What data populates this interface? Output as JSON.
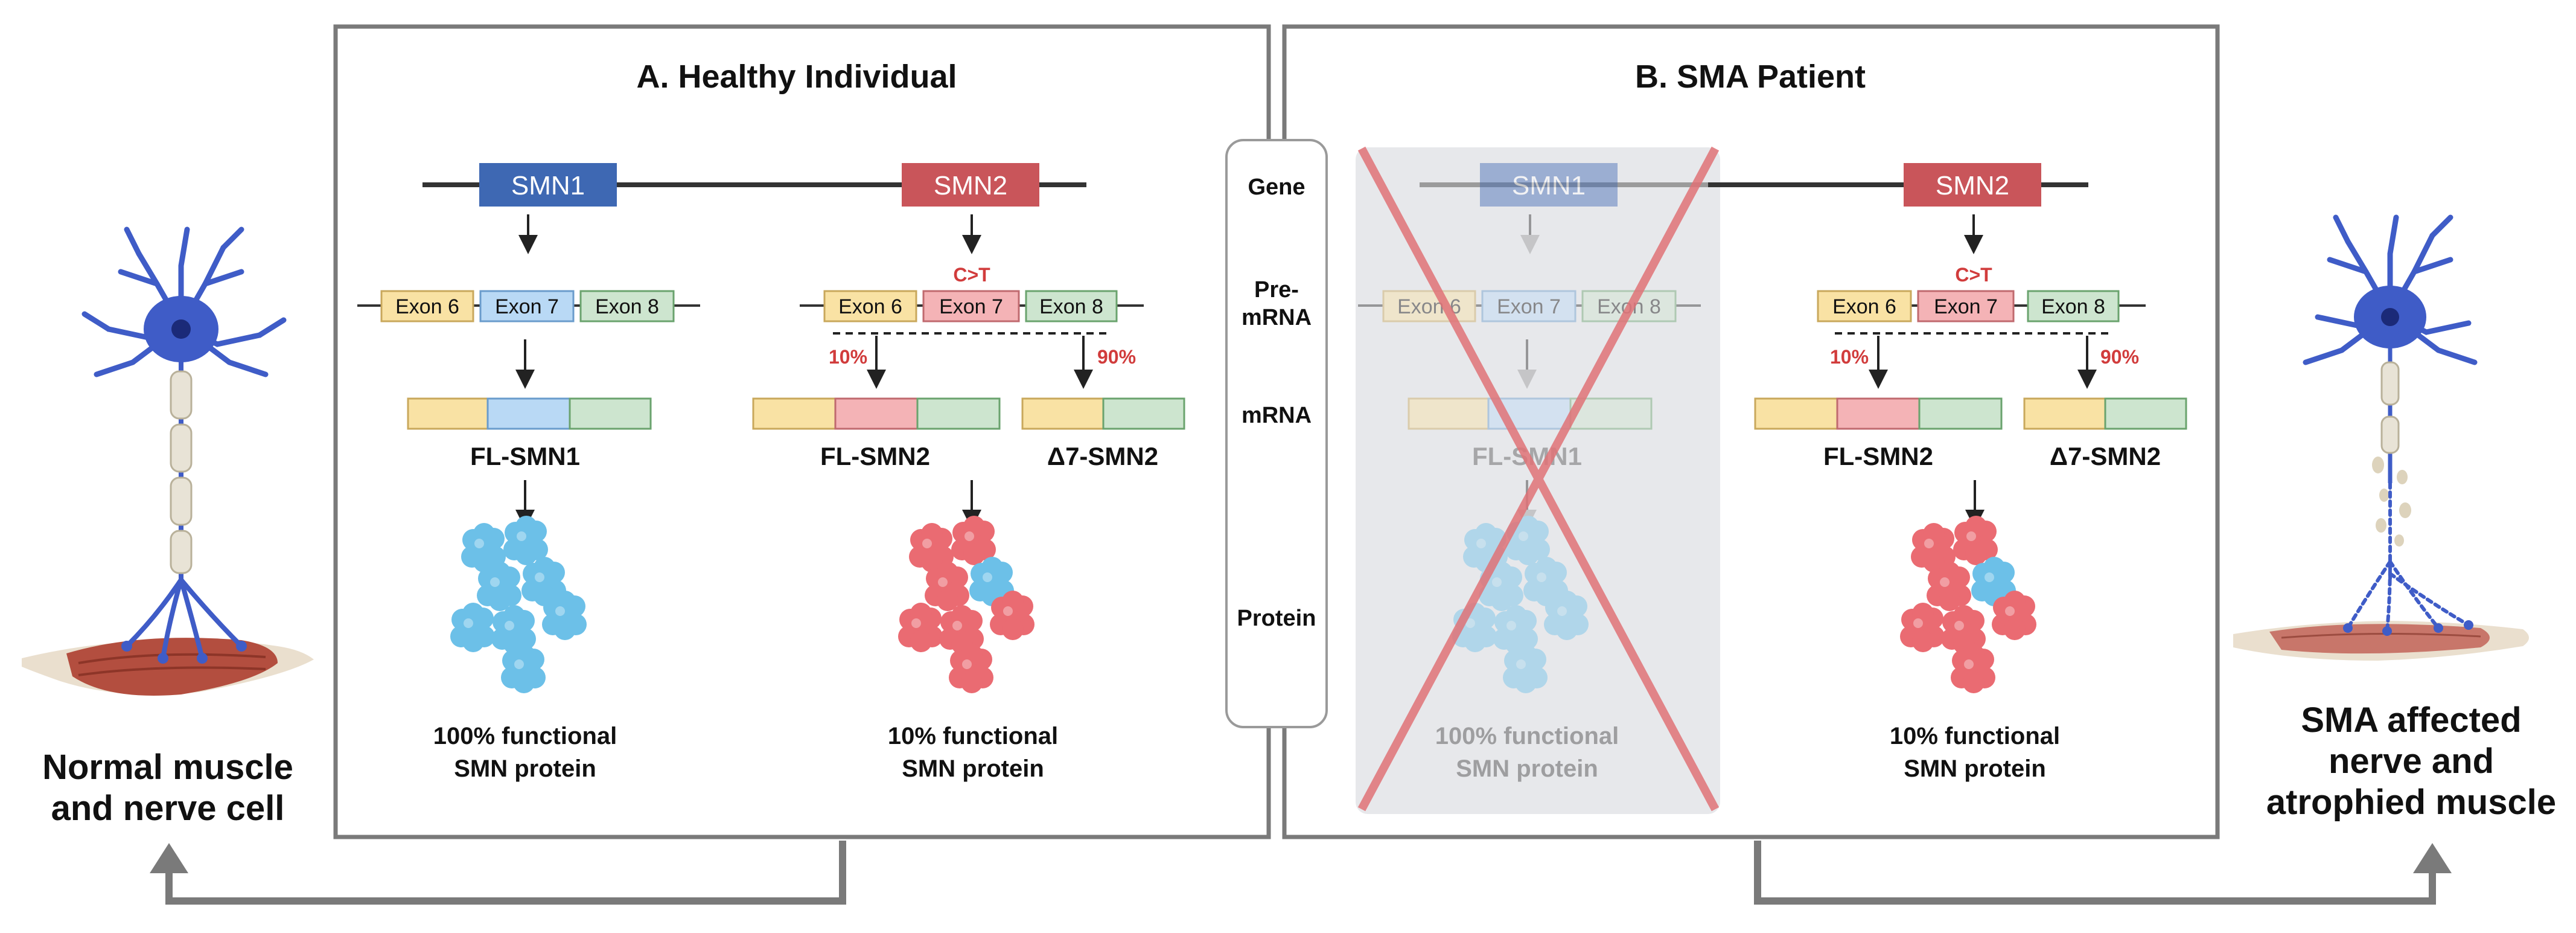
{
  "title_a": "A. Healthy Individual",
  "title_b": "B. SMA Patient",
  "left_caption": [
    "Normal muscle",
    "and nerve cell"
  ],
  "right_caption": [
    "SMA affected",
    "nerve and",
    "atrophied muscle"
  ],
  "stages": {
    "gene": "Gene",
    "premrna": [
      "Pre-",
      "mRNA"
    ],
    "mrna": "mRNA",
    "protein": "Protein"
  },
  "genes": {
    "smn1": "SMN1",
    "smn2": "SMN2"
  },
  "exons": {
    "e6": "Exon 6",
    "e7": "Exon 7",
    "e8": "Exon 8"
  },
  "mutation": "C>T",
  "splicing": {
    "full_pct": "10%",
    "skip_pct": "90%"
  },
  "transcripts": {
    "fl_smn1": "FL-SMN1",
    "fl_smn2": "FL-SMN2",
    "d7_smn2": "Δ7-SMN2"
  },
  "protein_labels": {
    "healthy_smn1": [
      "100% functional",
      "SMN protein"
    ],
    "smn2": [
      "10% functional",
      "SMN protein"
    ],
    "patient_smn1": [
      "100% functional",
      "SMN protein"
    ]
  },
  "colors": {
    "smn1": "#3e68b3",
    "smn2": "#c9555a",
    "exon6": "#f9e2a4",
    "exon7_smn1": "#b9d9f5",
    "exon7_smn2": "#f4b3b6",
    "exon8": "#cde5cf",
    "protein_blue": "#6cc0e8",
    "protein_red": "#ea6b72",
    "neuron": "#3f5cc7",
    "muscle": "#b34e3f",
    "cross": "#e07277",
    "accent_red": "#d13c3c",
    "panel_border": "#7a7a7a"
  }
}
